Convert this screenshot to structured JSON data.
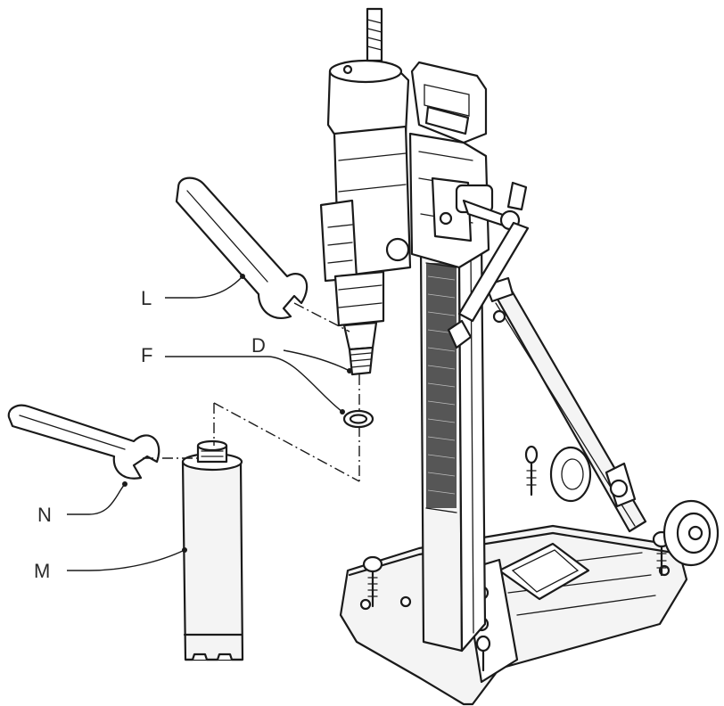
{
  "callouts": {
    "L": "L",
    "D": "D",
    "F": "F",
    "N": "N",
    "M": "M"
  }
}
